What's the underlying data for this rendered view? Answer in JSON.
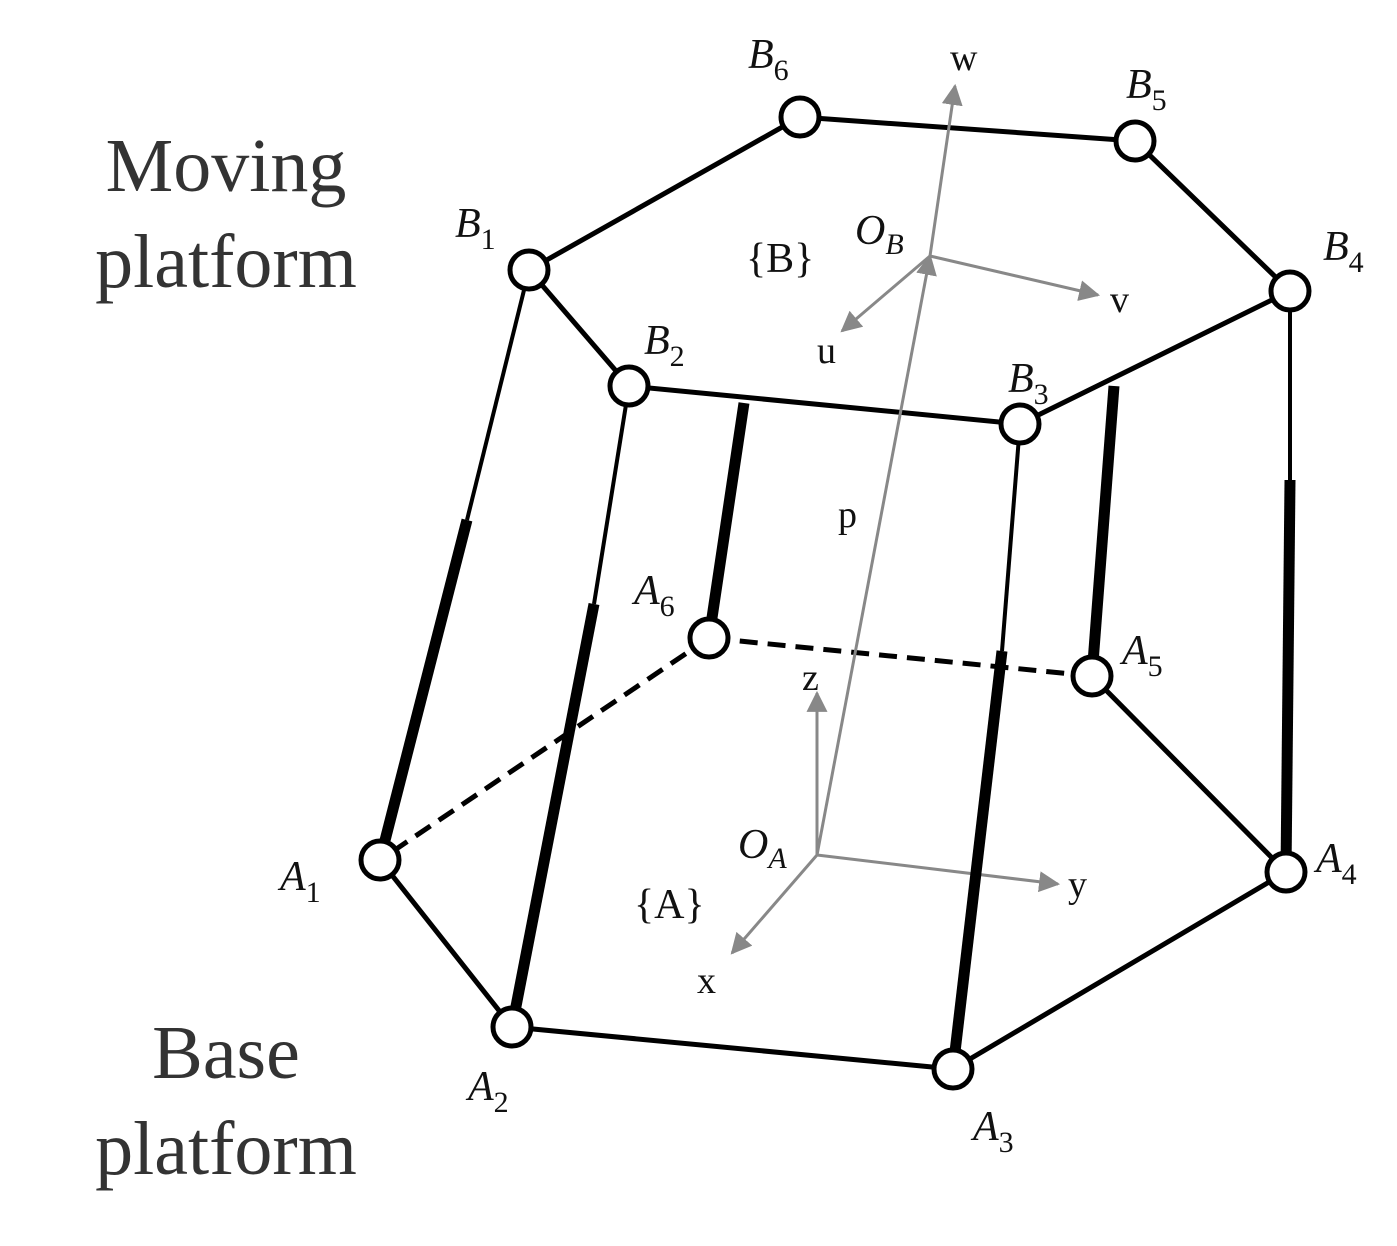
{
  "labels": {
    "moving_platform": [
      "Moving",
      "platform"
    ],
    "base_platform": [
      "Base",
      "platform"
    ]
  },
  "points": {
    "A1": {
      "letter": "A",
      "sub": "1"
    },
    "A2": {
      "letter": "A",
      "sub": "2"
    },
    "A3": {
      "letter": "A",
      "sub": "3"
    },
    "A4": {
      "letter": "A",
      "sub": "4"
    },
    "A5": {
      "letter": "A",
      "sub": "5"
    },
    "A6": {
      "letter": "A",
      "sub": "6"
    },
    "B1": {
      "letter": "B",
      "sub": "1"
    },
    "B2": {
      "letter": "B",
      "sub": "2"
    },
    "B3": {
      "letter": "B",
      "sub": "3"
    },
    "B4": {
      "letter": "B",
      "sub": "4"
    },
    "B5": {
      "letter": "B",
      "sub": "5"
    },
    "B6": {
      "letter": "B",
      "sub": "6"
    }
  },
  "origins": {
    "OA": {
      "letter": "O",
      "sub": "A"
    },
    "OB": {
      "letter": "O",
      "sub": "B"
    }
  },
  "frames": {
    "A": "{A}",
    "B": "{B}"
  },
  "axes": {
    "x": "x",
    "y": "y",
    "z": "z",
    "u": "u",
    "v": "v",
    "w": "w",
    "p": "p"
  },
  "colors": {
    "structure": "#000000",
    "axis": "#888888",
    "text": "#111111",
    "side_text": "#333333"
  }
}
